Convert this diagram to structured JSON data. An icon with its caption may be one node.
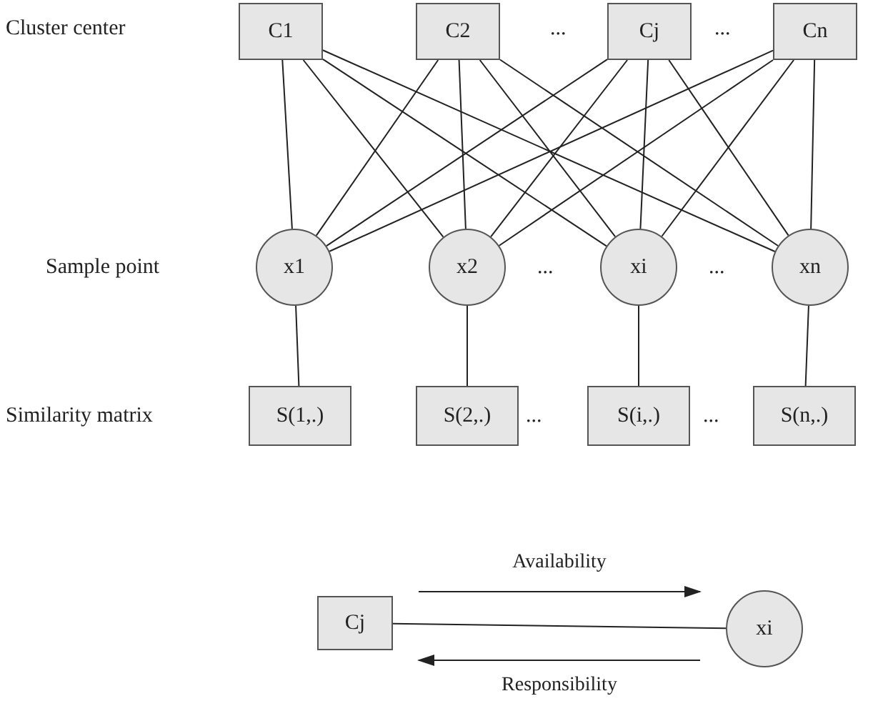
{
  "diagram": {
    "nodes": [
      {
        "text": [
          "C1"
        ]
      },
      {
        "text": [
          "C2"
        ]
      },
      {
        "text": [
          "Cj"
        ]
      },
      {
        "text": [
          "Cn"
        ]
      },
      {
        "text": [
          "x1"
        ]
      },
      {
        "text": [
          "x2"
        ]
      },
      {
        "text": [
          "xi"
        ]
      },
      {
        "text": [
          "xn"
        ]
      },
      {
        "text": [
          "S(1,.)"
        ]
      },
      {
        "text": [
          "S(2,.)"
        ]
      },
      {
        "text": [
          "S(i,.)"
        ]
      },
      {
        "text": [
          "S(n,.)"
        ]
      },
      {
        "text": [
          "Cj"
        ]
      },
      {
        "text": [
          "xi"
        ]
      }
    ],
    "edges": [
      {
        "from": 0,
        "to": 4,
        "arrow": "none"
      },
      {
        "from": 0,
        "to": 5,
        "arrow": "none"
      },
      {
        "from": 0,
        "to": 6,
        "arrow": "none"
      },
      {
        "from": 0,
        "to": 7,
        "arrow": "none"
      },
      {
        "from": 1,
        "to": 4,
        "arrow": "none"
      },
      {
        "from": 1,
        "to": 5,
        "arrow": "none"
      },
      {
        "from": 1,
        "to": 6,
        "arrow": "none"
      },
      {
        "from": 1,
        "to": 7,
        "arrow": "none"
      },
      {
        "from": 2,
        "to": 4,
        "arrow": "none"
      },
      {
        "from": 2,
        "to": 5,
        "arrow": "none"
      },
      {
        "from": 2,
        "to": 6,
        "arrow": "none"
      },
      {
        "from": 2,
        "to": 7,
        "arrow": "none"
      },
      {
        "from": 3,
        "to": 4,
        "arrow": "none"
      },
      {
        "from": 3,
        "to": 5,
        "arrow": "none"
      },
      {
        "from": 3,
        "to": 6,
        "arrow": "none"
      },
      {
        "from": 3,
        "to": 7,
        "arrow": "none"
      },
      {
        "from": 4,
        "to": 8,
        "arrow": "none"
      },
      {
        "from": 5,
        "to": 9,
        "arrow": "none"
      },
      {
        "from": 6,
        "to": 10,
        "arrow": "none"
      },
      {
        "from": 7,
        "to": 11,
        "arrow": "none"
      },
      {
        "from": 12,
        "to": 13,
        "label": "Availability",
        "arrow": "to"
      },
      {
        "from": 12,
        "to": 13,
        "arrow": "none"
      },
      {
        "from": 13,
        "to": 12,
        "label": "Responsibility",
        "arrow": "to"
      }
    ],
    "labels": [
      "Cluster center",
      "...",
      "...",
      "Sample point",
      "...",
      "...",
      "Similarity matrix",
      "...",
      "..."
    ]
  }
}
